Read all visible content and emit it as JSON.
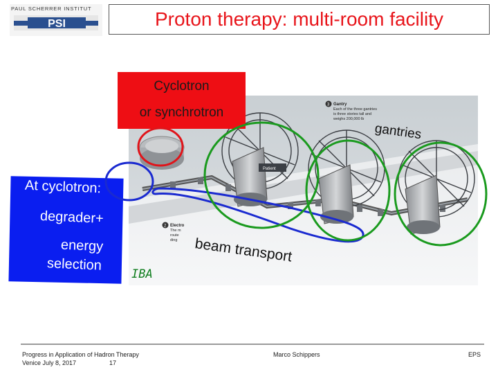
{
  "header": {
    "logo_text": "PAUL SCHERRER INSTITUT",
    "logo_mark": "PSI",
    "title": "Proton therapy: multi-room facility"
  },
  "labels": {
    "cyclotron_line1": "Cyclotron",
    "cyclotron_line2": "or synchrotron",
    "at_cyclotron": "At cyclotron:",
    "degrader": "degrader+",
    "energy": "energy",
    "selection": "selection",
    "beam_transport": "beam transport",
    "gantries": "gantries",
    "credit": "IBA"
  },
  "photo_annotations": {
    "gantry_number": "3",
    "gantry_title": "Gantry",
    "gantry_line1": "Each of the three gantries",
    "gantry_line2": "is three stories tall and",
    "gantry_line3": "weighs 200,000 lb",
    "electro_number": "2",
    "electro_text": "Electro",
    "electro_line1": "The m",
    "electro_line2": "route",
    "electro_line3": "ding",
    "patient_label": "Patient"
  },
  "footer": {
    "line1": "Progress in Application of Hadron Therapy",
    "line2": "Venice July 8, 2017",
    "page": "17",
    "author": "Marco Schippers",
    "org": "EPS"
  },
  "colors": {
    "title": "#e8141a",
    "cyclotron_box": "#ee0e14",
    "blue_box": "#0a1ef0",
    "circle_red": "#e0141a",
    "circle_blue": "#1a2ad0",
    "circle_green": "#1a9a1e"
  }
}
